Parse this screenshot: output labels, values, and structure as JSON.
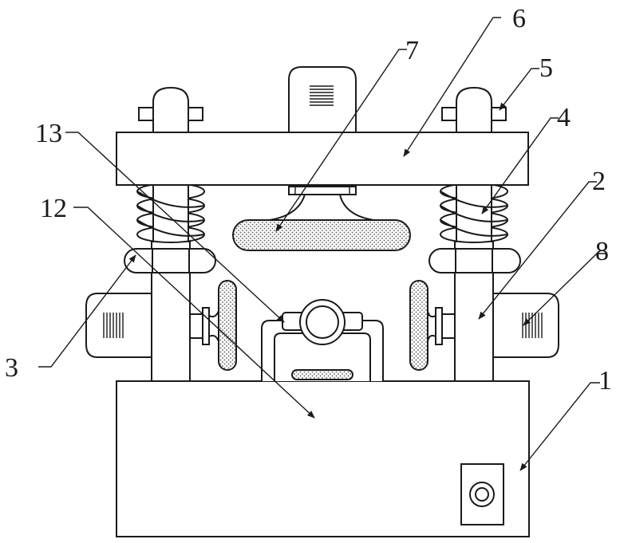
{
  "labels": {
    "l1": "1",
    "l2": "2",
    "l3": "3",
    "l4": "4",
    "l5": "5",
    "l6": "6",
    "l7": "7",
    "l8": "8",
    "l12": "12",
    "l13": "13"
  }
}
